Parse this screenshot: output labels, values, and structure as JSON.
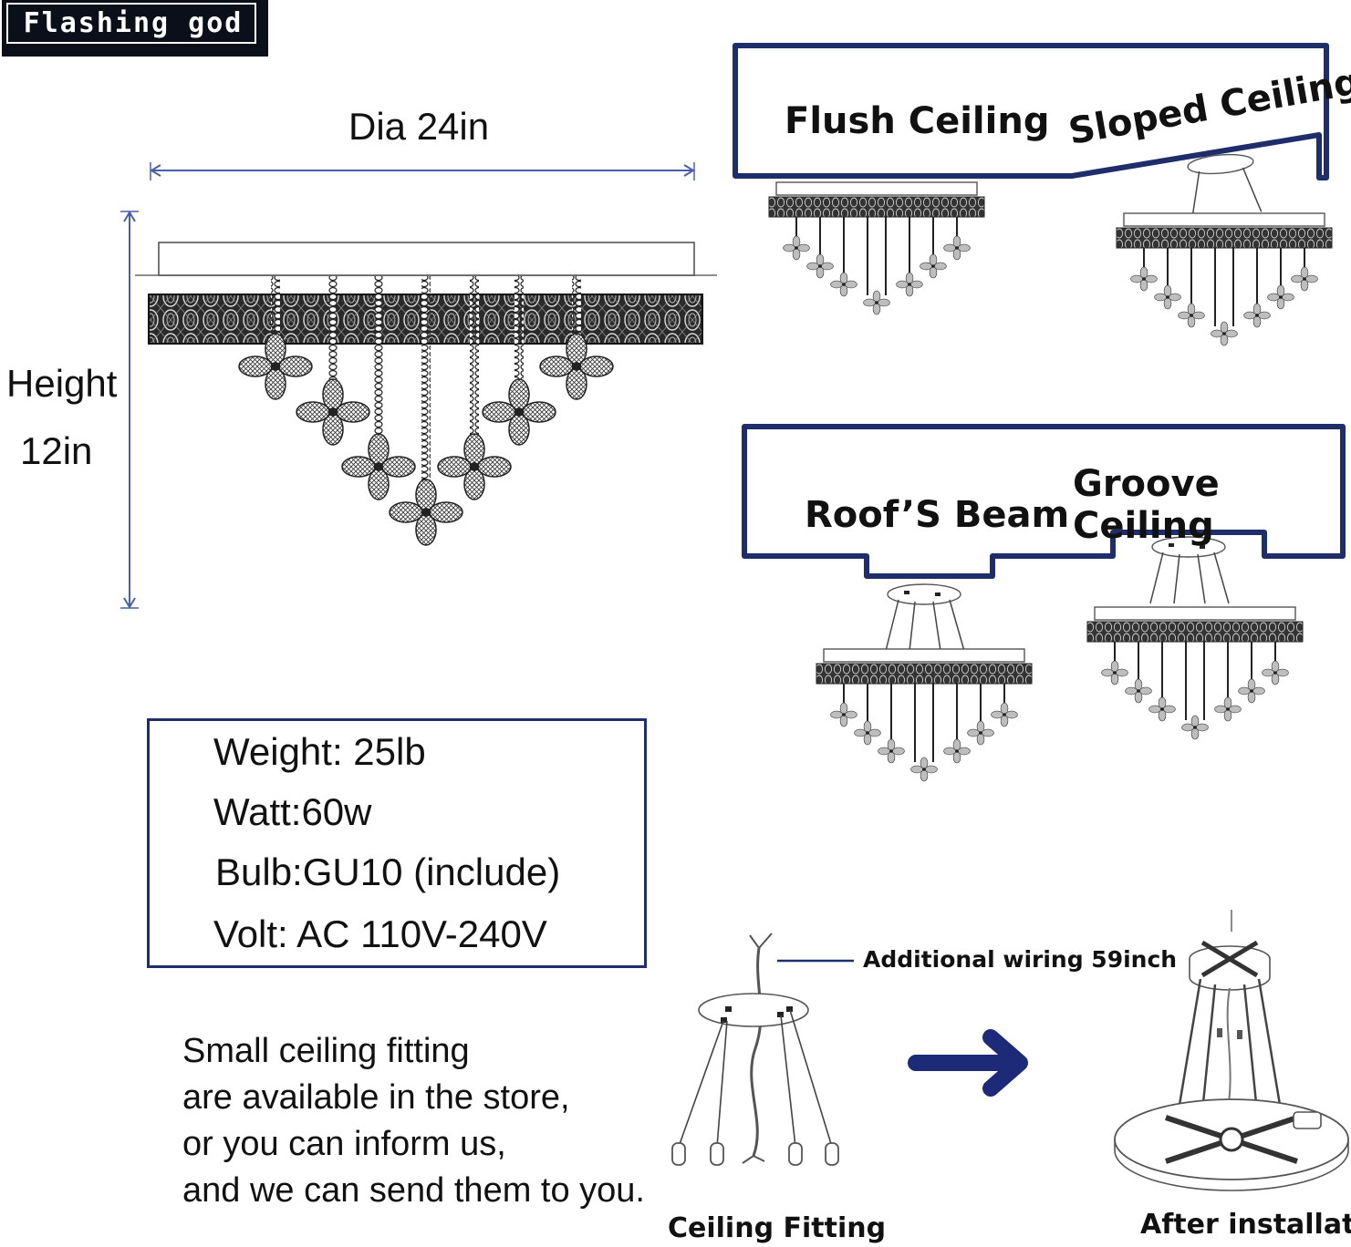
{
  "brand": {
    "name": "Flashing god"
  },
  "dimensions": {
    "diameter": "Dia 24in",
    "height_line1": "Height",
    "height_line2": "12in"
  },
  "mounting": {
    "flush": "Flush Ceiling",
    "sloped": "Sloped Ceiling",
    "beam": "Roof’S Beam",
    "groove": "Groove Ceiling"
  },
  "specs": {
    "weight": "Weight: 25lb",
    "watt": "Watt:60w",
    "bulb": "Bulb:GU10 (include)",
    "volt": "Volt: AC 110V-240V"
  },
  "note": {
    "line1": "Small ceiling fitting",
    "line2": "are available in the store,",
    "line3": "or you can inform us,",
    "line4": "and we can send them to you."
  },
  "fitting": {
    "wiring": "Additional wiring 59inch",
    "ceiling_fitting": "Ceiling Fitting",
    "after_installation": "After installation"
  },
  "colors": {
    "accent": "#1f2d6b",
    "line": "#4b5fa8",
    "ink": "#111111"
  }
}
